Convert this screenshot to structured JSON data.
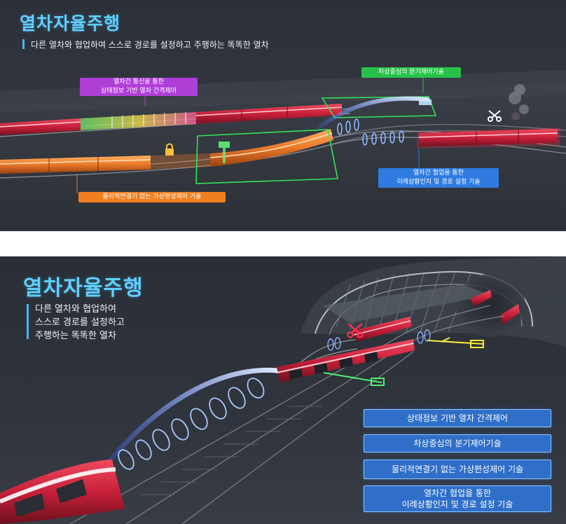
{
  "top_panel": {
    "title": "열차자율주행",
    "subtitle": "다른 열차와 협업하여 스스로 경로를 설정하고 주행하는 똑똑한 열차",
    "callouts": {
      "communication_line1": "열차간 통신을 통한",
      "communication_line2": "상태정보 기반 열차 간격제어",
      "onboard_branch": "차상중심의 분기제어기술",
      "cooperation_line1": "열차간 협업을 통한",
      "cooperation_line2": "이례상황인지 및 경로 설정 기술",
      "virtual_coupling": "물리적연결기 없는 가상편성제어 기술"
    }
  },
  "bottom_panel": {
    "title": "열차자율주행",
    "subtitle_lines": [
      "다른 열차와 협업하여",
      "스스로 경로를 설정하고",
      "주행하는 똑똑한 열차"
    ],
    "features": [
      {
        "line1": "상태정보 기반 열차 간격제어",
        "line2": ""
      },
      {
        "line1": "차상중심의 분기제어기술",
        "line2": ""
      },
      {
        "line1": "물리적연결기 없는 가상편성제어 기술",
        "line2": ""
      },
      {
        "line1": "열차간 협업을 통한",
        "line2": "이례상황인지 및 경로 설정 기술"
      }
    ]
  },
  "colors": {
    "title": "#5fd0ff",
    "callout_magenta": "#b03fd8",
    "callout_green": "#28c24a",
    "callout_blue": "#2f7be0",
    "callout_orange": "#f07f1e",
    "feature_blue": "#2f6fc9",
    "train_red": "#c8203a",
    "signal_blue": "#8fb8ff",
    "green_zone": "#34e35a",
    "orange_train": "#e8782a"
  },
  "icons": [
    "lock-icon",
    "scissors-icon",
    "junction-marker-icon"
  ]
}
